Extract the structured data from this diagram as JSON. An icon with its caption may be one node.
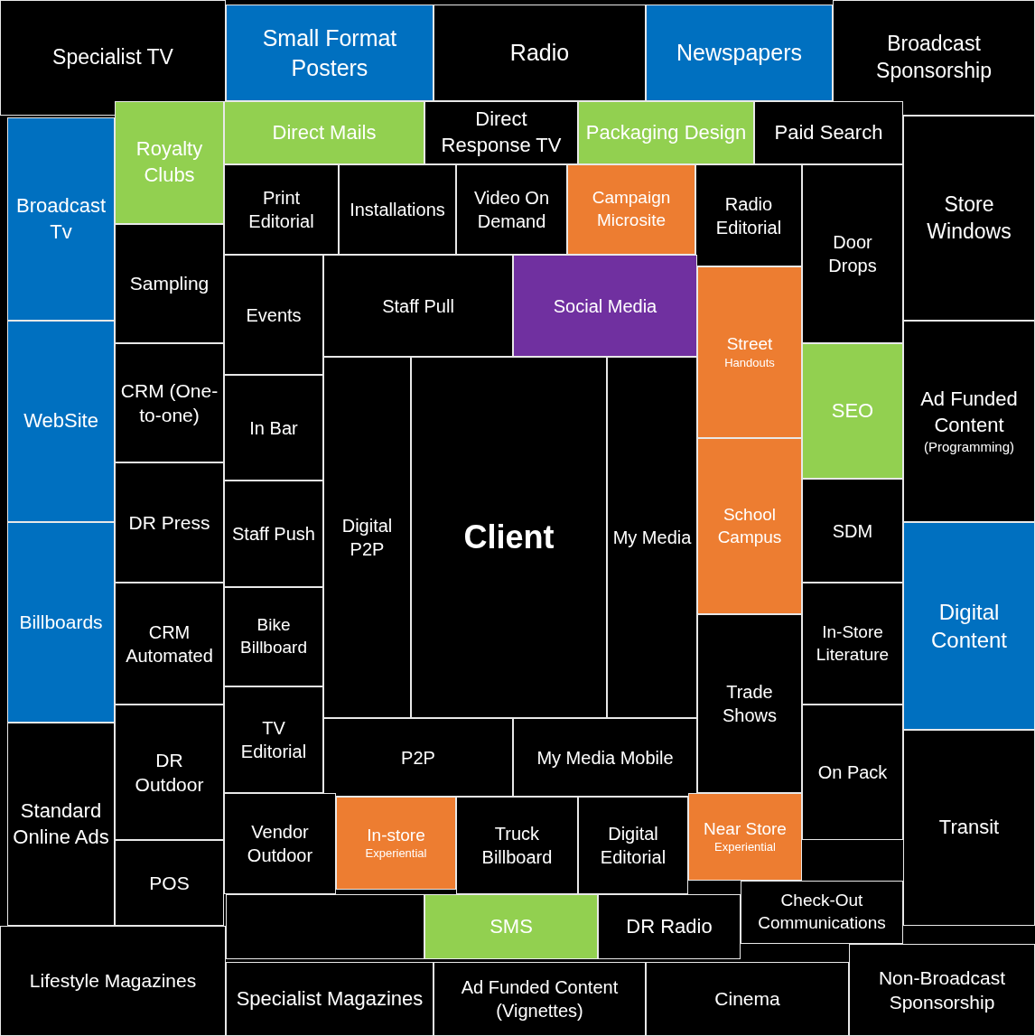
{
  "diagram": {
    "nodes": [
      {
        "text": [
          "Specialist TV"
        ]
      },
      {
        "text": [
          "Small Format Posters"
        ]
      },
      {
        "text": [
          "Radio"
        ]
      },
      {
        "text": [
          "Newspapers"
        ]
      },
      {
        "text": [
          "Broadcast Sponsorship"
        ]
      },
      {
        "text": [
          "Royalty Clubs"
        ]
      },
      {
        "text": [
          "Direct Mails"
        ]
      },
      {
        "text": [
          "Direct Response TV"
        ]
      },
      {
        "text": [
          "Packaging Design"
        ]
      },
      {
        "text": [
          "Paid Search"
        ]
      },
      {
        "text": [
          "Broadcast Tv"
        ]
      },
      {
        "text": [
          "Store Windows"
        ]
      },
      {
        "text": [
          "Print Editorial"
        ]
      },
      {
        "text": [
          "Installations"
        ]
      },
      {
        "text": [
          "Video On Demand"
        ]
      },
      {
        "text": [
          "Campaign Microsite"
        ]
      },
      {
        "text": [
          "Radio Editorial"
        ]
      },
      {
        "text": [
          "Sampling"
        ]
      },
      {
        "text": [
          "Staff Pull"
        ]
      },
      {
        "text": [
          "Social Media"
        ]
      },
      {
        "text": [
          "Events"
        ]
      },
      {
        "text": [
          "Door Drops"
        ]
      },
      {
        "text": [
          "Street",
          "Handouts"
        ]
      },
      {
        "text": [
          "WebSite"
        ]
      },
      {
        "text": [
          "Ad Funded Content",
          "(Programming)"
        ]
      },
      {
        "text": [
          "CRM (One-to-one)"
        ]
      },
      {
        "text": [
          "SEO"
        ]
      },
      {
        "text": [
          "Client"
        ]
      },
      {
        "text": [
          "In Bar"
        ]
      },
      {
        "text": [
          "Digital P2P"
        ]
      },
      {
        "text": [
          "My Media"
        ]
      },
      {
        "text": [
          "School Campus"
        ]
      },
      {
        "text": [
          "DR Press"
        ]
      },
      {
        "text": [
          "Staff Push"
        ]
      },
      {
        "text": [
          "SDM"
        ]
      },
      {
        "text": [
          "Billboards"
        ]
      },
      {
        "text": [
          "Digital Content"
        ]
      },
      {
        "text": [
          "CRM Automated"
        ]
      },
      {
        "text": [
          "In-Store Literature"
        ]
      },
      {
        "text": [
          "Bike Billboard"
        ]
      },
      {
        "text": [
          "Trade Shows"
        ]
      },
      {
        "text": [
          "P2P"
        ]
      },
      {
        "text": [
          "TV Editorial"
        ]
      },
      {
        "text": [
          "DR Outdoor"
        ]
      },
      {
        "text": [
          "On Pack"
        ]
      },
      {
        "text": [
          "My Media Mobile"
        ]
      },
      {
        "text": [
          "Standard Online Ads"
        ]
      },
      {
        "text": [
          "Transit"
        ]
      },
      {
        "text": [
          "Vendor Outdoor"
        ]
      },
      {
        "text": [
          "In-store",
          "Experiential"
        ]
      },
      {
        "text": [
          "Truck Billboard"
        ]
      },
      {
        "text": [
          "Digital Editorial"
        ]
      },
      {
        "text": [
          "Near Store",
          "Experiential"
        ]
      },
      {
        "text": [
          "POS"
        ]
      },
      {
        "text": [
          "Check-Out Communications"
        ]
      },
      {
        "text": [],
        "shape": "box"
      },
      {
        "text": [
          "SMS"
        ]
      },
      {
        "text": [
          "DR Radio"
        ]
      },
      {
        "text": [
          "Lifestyle Magazines"
        ]
      },
      {
        "text": [
          "Non-Broadcast Sponsorship"
        ]
      },
      {
        "text": [
          "Specialist Magazines"
        ]
      },
      {
        "text": [
          "Ad Funded Content (Vignettes)"
        ]
      },
      {
        "text": [
          "Cinema"
        ]
      }
    ]
  }
}
